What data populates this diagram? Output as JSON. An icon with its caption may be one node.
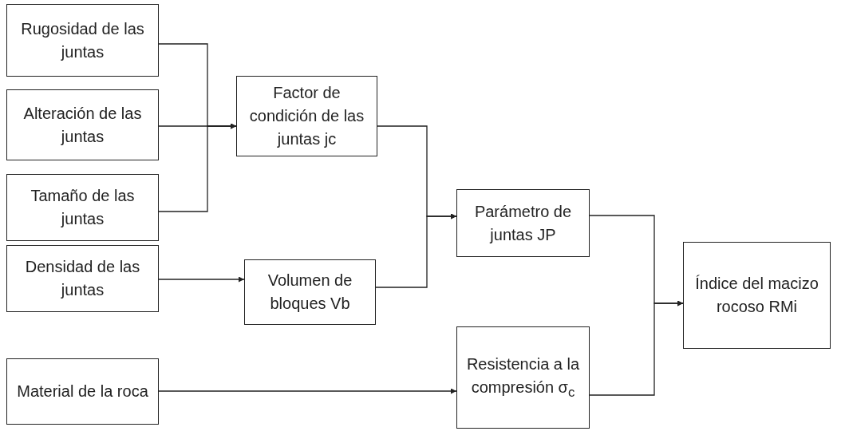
{
  "diagram": {
    "nodes": [
      {
        "text": [
          "Rugosidad de las juntas"
        ]
      },
      {
        "text": [
          "Alteración de las juntas"
        ]
      },
      {
        "text": [
          "Tamaño de las juntas"
        ]
      },
      {
        "text": [
          "Densidad de las juntas"
        ]
      },
      {
        "text": [
          "Material de la roca"
        ]
      },
      {
        "text": [
          "Factor de condición de las juntas jc"
        ]
      },
      {
        "text": [
          "Volumen de bloques Vb"
        ]
      },
      {
        "text": [
          "Parámetro de juntas JP"
        ]
      },
      {
        "text": [
          "Resistencia a la compresión σ$_{c}$"
        ]
      },
      {
        "text": [
          "Índice del macizo rocoso RMi"
        ]
      }
    ],
    "edges": [
      {
        "from": 0,
        "to": 5,
        "arrow": "to"
      },
      {
        "from": 1,
        "to": 5,
        "arrow": "to"
      },
      {
        "from": 2,
        "to": 5,
        "arrow": "to"
      },
      {
        "from": 3,
        "to": 6,
        "arrow": "to"
      },
      {
        "from": 5,
        "to": 7,
        "arrow": "to"
      },
      {
        "from": 6,
        "to": 7,
        "arrow": "to"
      },
      {
        "from": 4,
        "to": 8,
        "arrow": "to"
      },
      {
        "from": 7,
        "to": 9,
        "arrow": "to"
      },
      {
        "from": 8,
        "to": 9,
        "arrow": "to"
      }
    ]
  }
}
